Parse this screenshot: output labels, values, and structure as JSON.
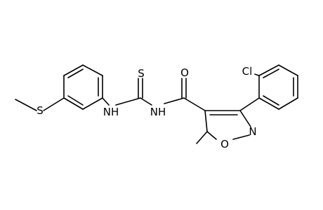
{
  "colors": {
    "background": "#ffffff",
    "bonds": "#000000",
    "labels": "#000000"
  },
  "atoms": {
    "S_methylthio": "S",
    "NH_left": "NH",
    "S_thione": "S",
    "NH_right": "NH",
    "O_carbonyl": "O",
    "Cl": "Cl",
    "N_ring": "N",
    "O_ring": "O"
  }
}
